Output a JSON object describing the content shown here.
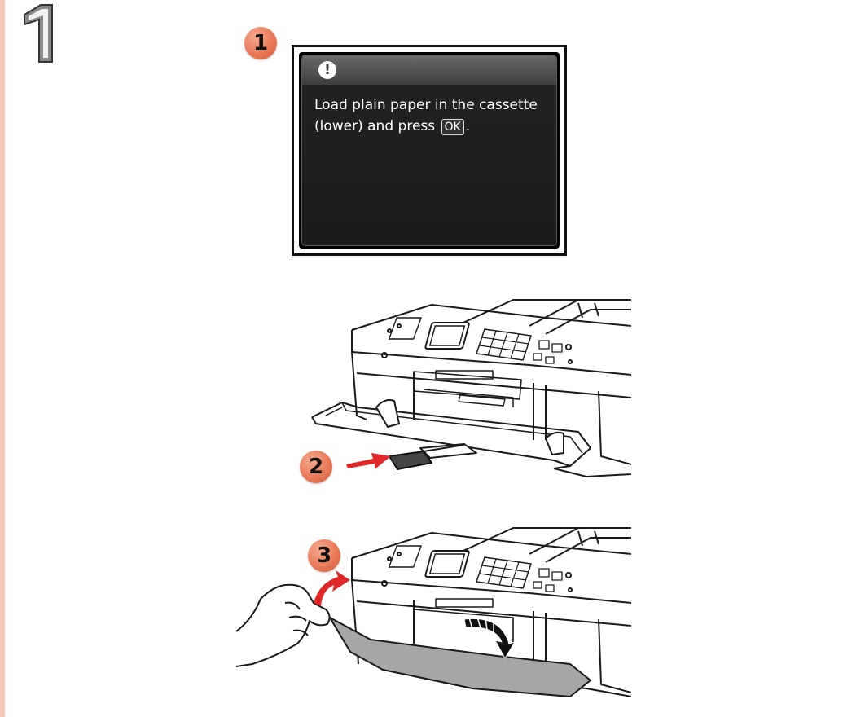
{
  "step_number": "1",
  "callouts": [
    "1",
    "2",
    "3"
  ],
  "lcd": {
    "icon": "exclamation-icon",
    "message_line1": "Load plain paper in the cassette",
    "message_line2_prefix": "(lower) and press ",
    "ok_key": "OK",
    "message_line2_suffix": "."
  },
  "colors": {
    "callout_badge": "#e87a58",
    "arrow_red": "#e02828",
    "cover_gray": "#a6a6a6",
    "side_bar": "#f4c8bb"
  }
}
